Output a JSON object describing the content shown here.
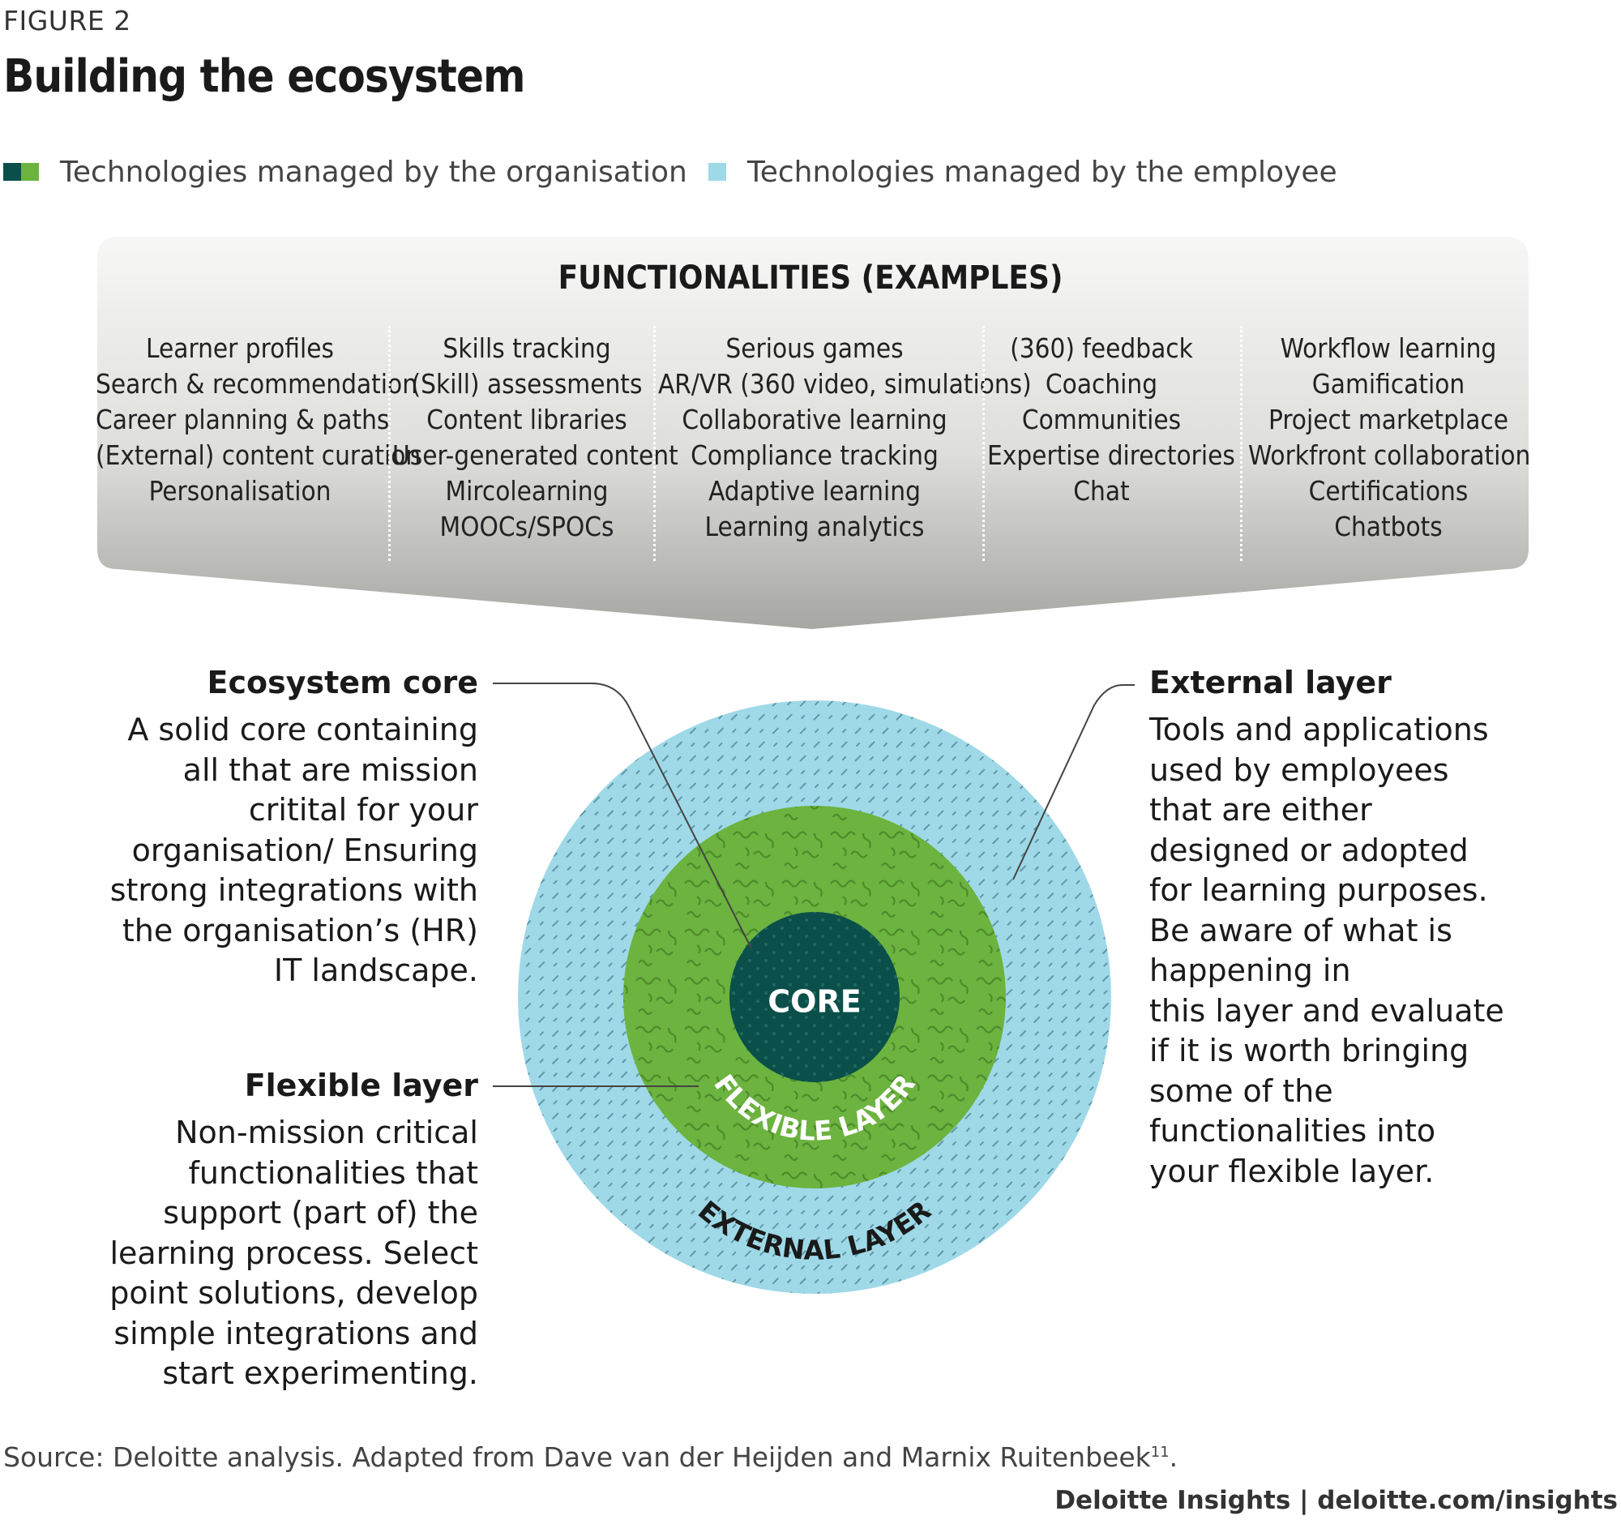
{
  "figure_label": "FIGURE 2",
  "title": "Building the ecosystem",
  "legend": {
    "org_label": "Technologies managed by the organisation",
    "employee_label": "Technologies managed by the employee",
    "colors": {
      "dark_green": "#0b4f4a",
      "green": "#6cb33f",
      "light_blue": "#9fd9e8"
    }
  },
  "functionalities": {
    "title": "FUNCTIONALITIES (EXAMPLES)",
    "columns": [
      {
        "items": [
          "Learner profiles",
          "Search & recommendation",
          "Career planning & paths",
          "(External) content curation",
          "Personalisation"
        ]
      },
      {
        "items": [
          "Skills tracking",
          "(Skill) assessments",
          "Content libraries",
          "User-generated content",
          "Mircolearning",
          "MOOCs/SPOCs"
        ]
      },
      {
        "items": [
          "Serious games",
          "AR/VR (360 video, simulations)",
          "Collaborative learning",
          "Compliance tracking",
          "Adaptive learning",
          "Learning analytics"
        ]
      },
      {
        "items": [
          "(360) feedback",
          "Coaching",
          "Communities",
          "Expertise directories",
          "Chat"
        ]
      },
      {
        "items": [
          "Workflow learning",
          "Gamification",
          "Project marketplace",
          "Workfront collaboration",
          "Certifications",
          "Chatbots"
        ]
      }
    ]
  },
  "ecosystem_core": {
    "heading": "Ecosystem core",
    "lines": [
      "A solid core containing",
      "all that are mission",
      "critital for your",
      "organisation/ Ensuring",
      "strong integrations with",
      "the organisation’s (HR)",
      "IT landscape."
    ]
  },
  "flexible_layer": {
    "heading": "Flexible layer",
    "lines": [
      "Non-mission critical",
      "functionalities that",
      "support (part of) the",
      "learning process. Select",
      "point solutions, develop",
      "simple integrations and",
      "start experimenting."
    ]
  },
  "external_layer": {
    "heading": "External layer",
    "lines": [
      "Tools and applications",
      "used by employees",
      "that are either",
      "designed or adopted",
      "for learning purposes.",
      "Be aware of what is",
      "happening in",
      "this layer and evaluate",
      "if it is worth bringing",
      "some of the",
      "functionalities into",
      "your flexible layer."
    ]
  },
  "circle_labels": {
    "core": "CORE",
    "flexible": "FLEXIBLE LAYER",
    "external": "EXTERNAL LAYER"
  },
  "source": {
    "text": "Source: Deloitte analysis. Adapted from Dave van der Heijden and Marnix Ruitenbeek",
    "footnote": "11",
    "end": "."
  },
  "brand": "Deloitte Insights | deloitte.com/insights"
}
